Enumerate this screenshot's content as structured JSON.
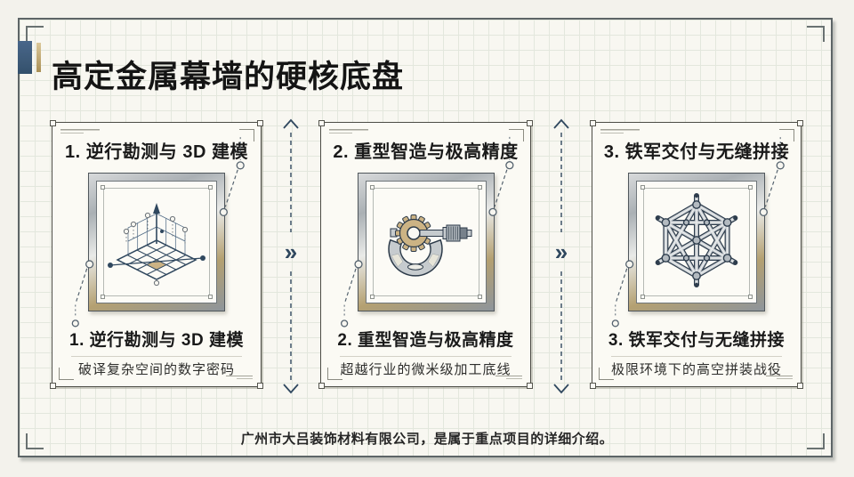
{
  "header": {
    "title": "高定金属幕墙的硬核底盘"
  },
  "footer": {
    "text": "广州市大吕装饰材料有限公司，是属于重点项目的详细介绍。"
  },
  "connector": {
    "symbol": "»"
  },
  "cards": [
    {
      "top_title": "1. 逆行勘测与 3D 建模",
      "icon": "iso-grid-3d-icon",
      "bottom_title": "1. 逆行勘测与 3D 建模",
      "subtitle": "破译复杂空间的数字密码"
    },
    {
      "top_title": "2. 重型智造与极高精度",
      "icon": "micrometer-gear-icon",
      "bottom_title": "2. 重型智造与极高精度",
      "subtitle": "超越行业的微米级加工底线"
    },
    {
      "top_title": "3. 铁军交付与无缝拼接",
      "icon": "space-frame-icon",
      "bottom_title": "3. 铁军交付与无缝拼接",
      "subtitle": "极限环境下的高空拼装战役"
    }
  ],
  "colors": {
    "background": "#f3f2ec",
    "panel-bg": "#f8f7f1",
    "grid-line": "#e3e7dd",
    "panel-border": "#5d6567",
    "card-bg": "#fbfaf4",
    "card-border": "#4c4c45",
    "ink": "#1a1a1a",
    "navy": "#30485f",
    "steel": "#c7ccd0",
    "gold": "#c2a367",
    "tan": "#ccb384",
    "bar-blue": "#3d5a78"
  }
}
